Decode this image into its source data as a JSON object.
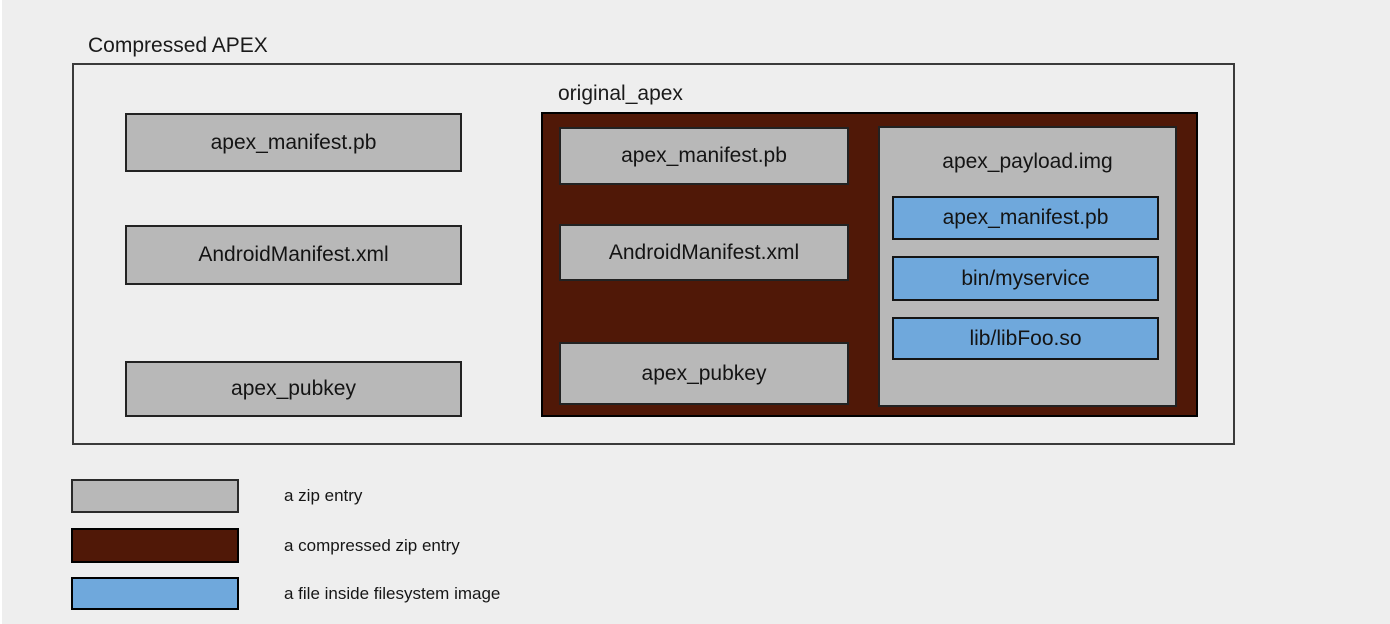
{
  "diagram": {
    "container_label": "Compressed APEX",
    "zip_entries": [
      "apex_manifest.pb",
      "AndroidManifest.xml",
      "apex_pubkey"
    ],
    "original_apex": {
      "label": "original_apex",
      "zip_entries": [
        "apex_manifest.pb",
        "AndroidManifest.xml",
        "apex_pubkey"
      ],
      "payload": {
        "title": "apex_payload.img",
        "files": [
          "apex_manifest.pb",
          "bin/myservice",
          "lib/libFoo.so"
        ]
      }
    }
  },
  "legend": {
    "items": [
      {
        "label": "a zip entry",
        "color": "#b8b8b8"
      },
      {
        "label": "a compressed zip entry",
        "color": "#501807"
      },
      {
        "label": "a file inside filesystem image",
        "color": "#6fa8dc"
      }
    ]
  },
  "colors": {
    "background": "#eeeeee",
    "zip_entry": "#b8b8b8",
    "compressed_zip_entry": "#501807",
    "filesystem_file": "#6fa8dc"
  }
}
